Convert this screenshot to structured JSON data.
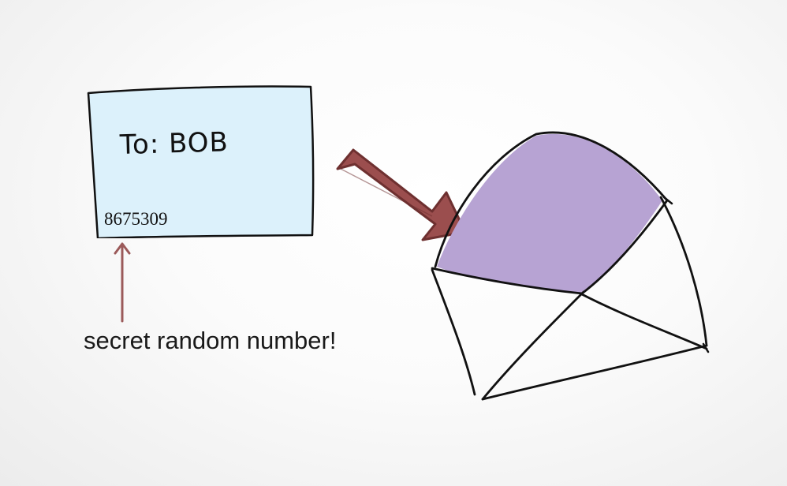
{
  "card": {
    "to_text": "To: BOB",
    "number": "8675309",
    "fill_color": "#dcf1fb"
  },
  "caption": "secret random number!",
  "colors": {
    "card_fill": "#dcf1fb",
    "small_arrow": "#9b5a5a",
    "big_arrow_fill": "#9b4e4e",
    "big_arrow_stroke": "#6e3030",
    "envelope_flap": "#b7a3d3",
    "ink": "#111111"
  },
  "icons": {
    "card": "index-card-icon",
    "small_arrow": "arrow-up-icon",
    "big_arrow": "arrow-down-right-icon",
    "envelope": "open-envelope-icon"
  }
}
